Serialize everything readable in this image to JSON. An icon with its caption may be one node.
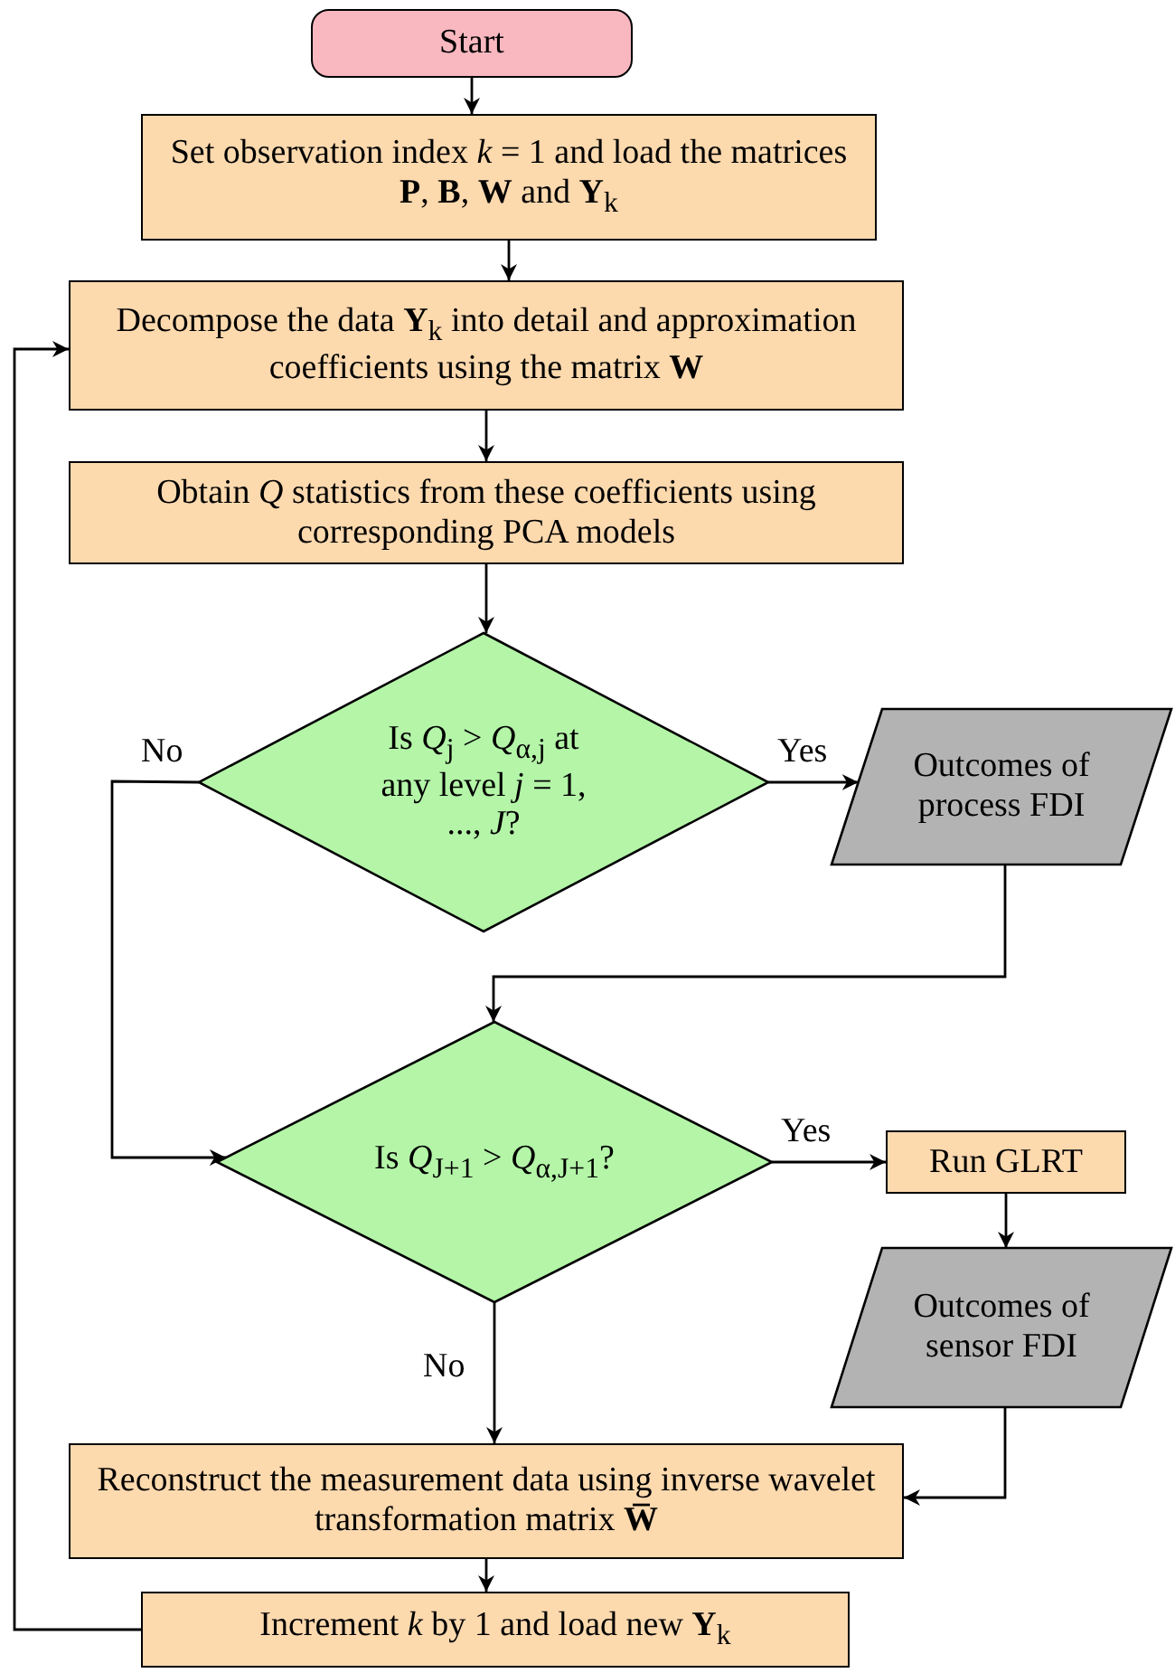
{
  "diagram": {
    "nodes": [
      {
        "text": [
          "Start"
        ]
      },
      {
        "text": [
          "Set observation index *k* = 1 and load the matrices **P**, **B**, **W** and **Y**$_{k}$"
        ]
      },
      {
        "text": [
          "Decompose the data **Y**$_{k}$ into detail and approximation coefficients using the matrix **W**"
        ]
      },
      {
        "text": [
          "Obtain *Q* statistics from these coefficients using corresponding PCA models"
        ]
      },
      {
        "text": [
          "Is *Q*$_{j}$ > *Q*$_{α,j}$ at any level *j* = 1, ..., *J*?"
        ]
      },
      {
        "text": [
          "Outcomes of process FDI"
        ]
      },
      {
        "text": [
          "Is *Q*$_{J+1}$ > *Q*$_{α,J+1}$?"
        ]
      },
      {
        "text": [
          "Run GLRT"
        ]
      },
      {
        "text": [
          "Outcomes of sensor FDI"
        ]
      },
      {
        "text": [
          "Reconstruct the measurement data using inverse wavelet transformation matrix **W̅**"
        ]
      },
      {
        "text": [
          "Increment *k* by 1 and load new **Y**$_{k}$"
        ]
      }
    ],
    "edges": [
      {
        "from": 0,
        "to": 1,
        "arrow": "to"
      },
      {
        "from": 1,
        "to": 2,
        "arrow": "to"
      },
      {
        "from": 2,
        "to": 3,
        "arrow": "to"
      },
      {
        "from": 3,
        "to": 4,
        "arrow": "to"
      },
      {
        "from": 4,
        "to": 5,
        "arrow": "to",
        "label": "Yes"
      },
      {
        "from": 5,
        "to": 6,
        "arrow": "to"
      },
      {
        "from": 4,
        "to": 6,
        "arrow": "to",
        "label": "No"
      },
      {
        "from": 6,
        "to": 7,
        "arrow": "to",
        "label": "Yes"
      },
      {
        "from": 7,
        "to": 8,
        "arrow": "to"
      },
      {
        "from": 8,
        "to": 9,
        "arrow": "to"
      },
      {
        "from": 6,
        "to": 9,
        "arrow": "to",
        "label": "No"
      },
      {
        "from": 9,
        "to": 10,
        "arrow": "to"
      },
      {
        "from": 10,
        "to": 2,
        "arrow": "to"
      }
    ]
  }
}
